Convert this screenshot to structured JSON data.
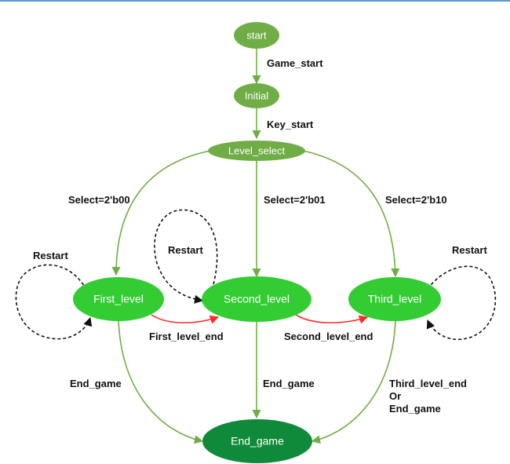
{
  "states": {
    "start": "start",
    "initial": "Initial",
    "level_select": "Level_select",
    "first_level": "First_level",
    "second_level": "Second_level",
    "third_level": "Third_level",
    "end_game": "End_game"
  },
  "transitions": {
    "game_start": "Game_start",
    "key_start": "Key_start",
    "select_00": "Select=2'b00",
    "select_01": "Select=2'b01",
    "select_10": "Select=2'b10",
    "restart_first": "Restart",
    "restart_second": "Restart",
    "restart_third": "Restart",
    "first_level_end": "First_level_end",
    "second_level_end": "Second_level_end",
    "end_game_first": "End_game",
    "end_game_second": "End_game",
    "third_end_line1": "Third_level_end",
    "third_end_line2": "Or",
    "third_end_line3": "End_game"
  },
  "colors": {
    "state_light": "#70ad47",
    "state_bright": "#33cc33",
    "state_dark": "#0f8a3a",
    "edge_green": "#70ad47",
    "edge_red": "#ff2a2a",
    "edge_loop": "#111111",
    "top_rule": "#5b9bd5"
  }
}
